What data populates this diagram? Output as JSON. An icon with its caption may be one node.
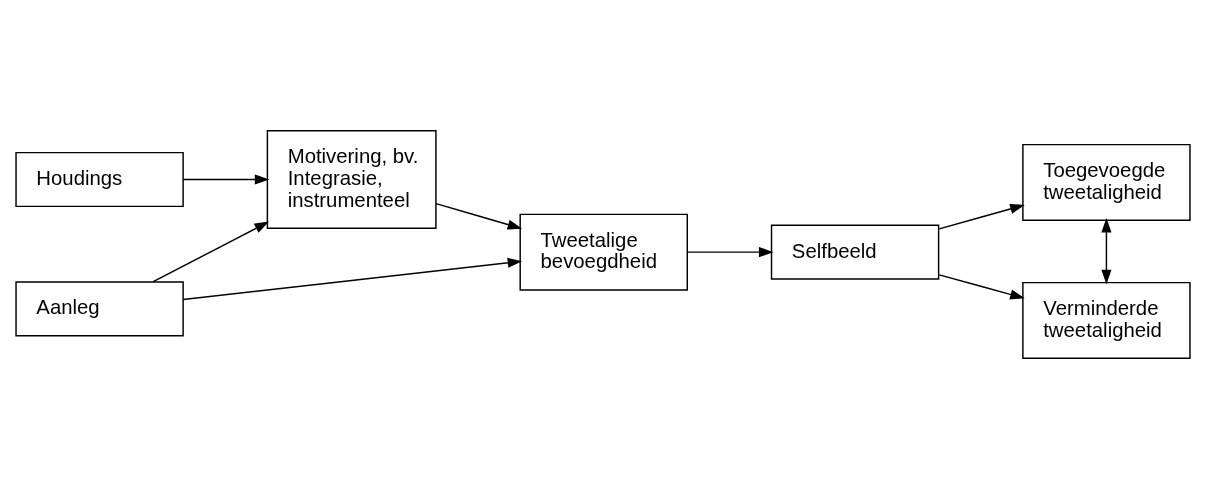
{
  "diagram": {
    "nodes": [
      {
        "text": [
          "Houdings"
        ]
      },
      {
        "text": [
          "Aanleg"
        ]
      },
      {
        "text": [
          "Motivering, bv. Integrasie, instrumenteel"
        ]
      },
      {
        "text": [
          "Tweetalige bevoegdheid"
        ]
      },
      {
        "text": [
          "Selfbeeld"
        ]
      },
      {
        "text": [
          "Toegevoegde tweetaligheid"
        ]
      },
      {
        "text": [
          "Verminderde tweetaligheid"
        ]
      }
    ],
    "edges": [
      {
        "from": 0,
        "to": 2,
        "arrow": "to"
      },
      {
        "from": 1,
        "to": 2,
        "arrow": "to"
      },
      {
        "from": 1,
        "to": 3,
        "arrow": "to"
      },
      {
        "from": 2,
        "to": 3,
        "arrow": "to"
      },
      {
        "from": 3,
        "to": 4,
        "arrow": "to"
      },
      {
        "from": 4,
        "to": 5,
        "arrow": "to"
      },
      {
        "from": 4,
        "to": 6,
        "arrow": "to"
      },
      {
        "from": 5,
        "to": 6,
        "arrow": "both"
      }
    ]
  }
}
